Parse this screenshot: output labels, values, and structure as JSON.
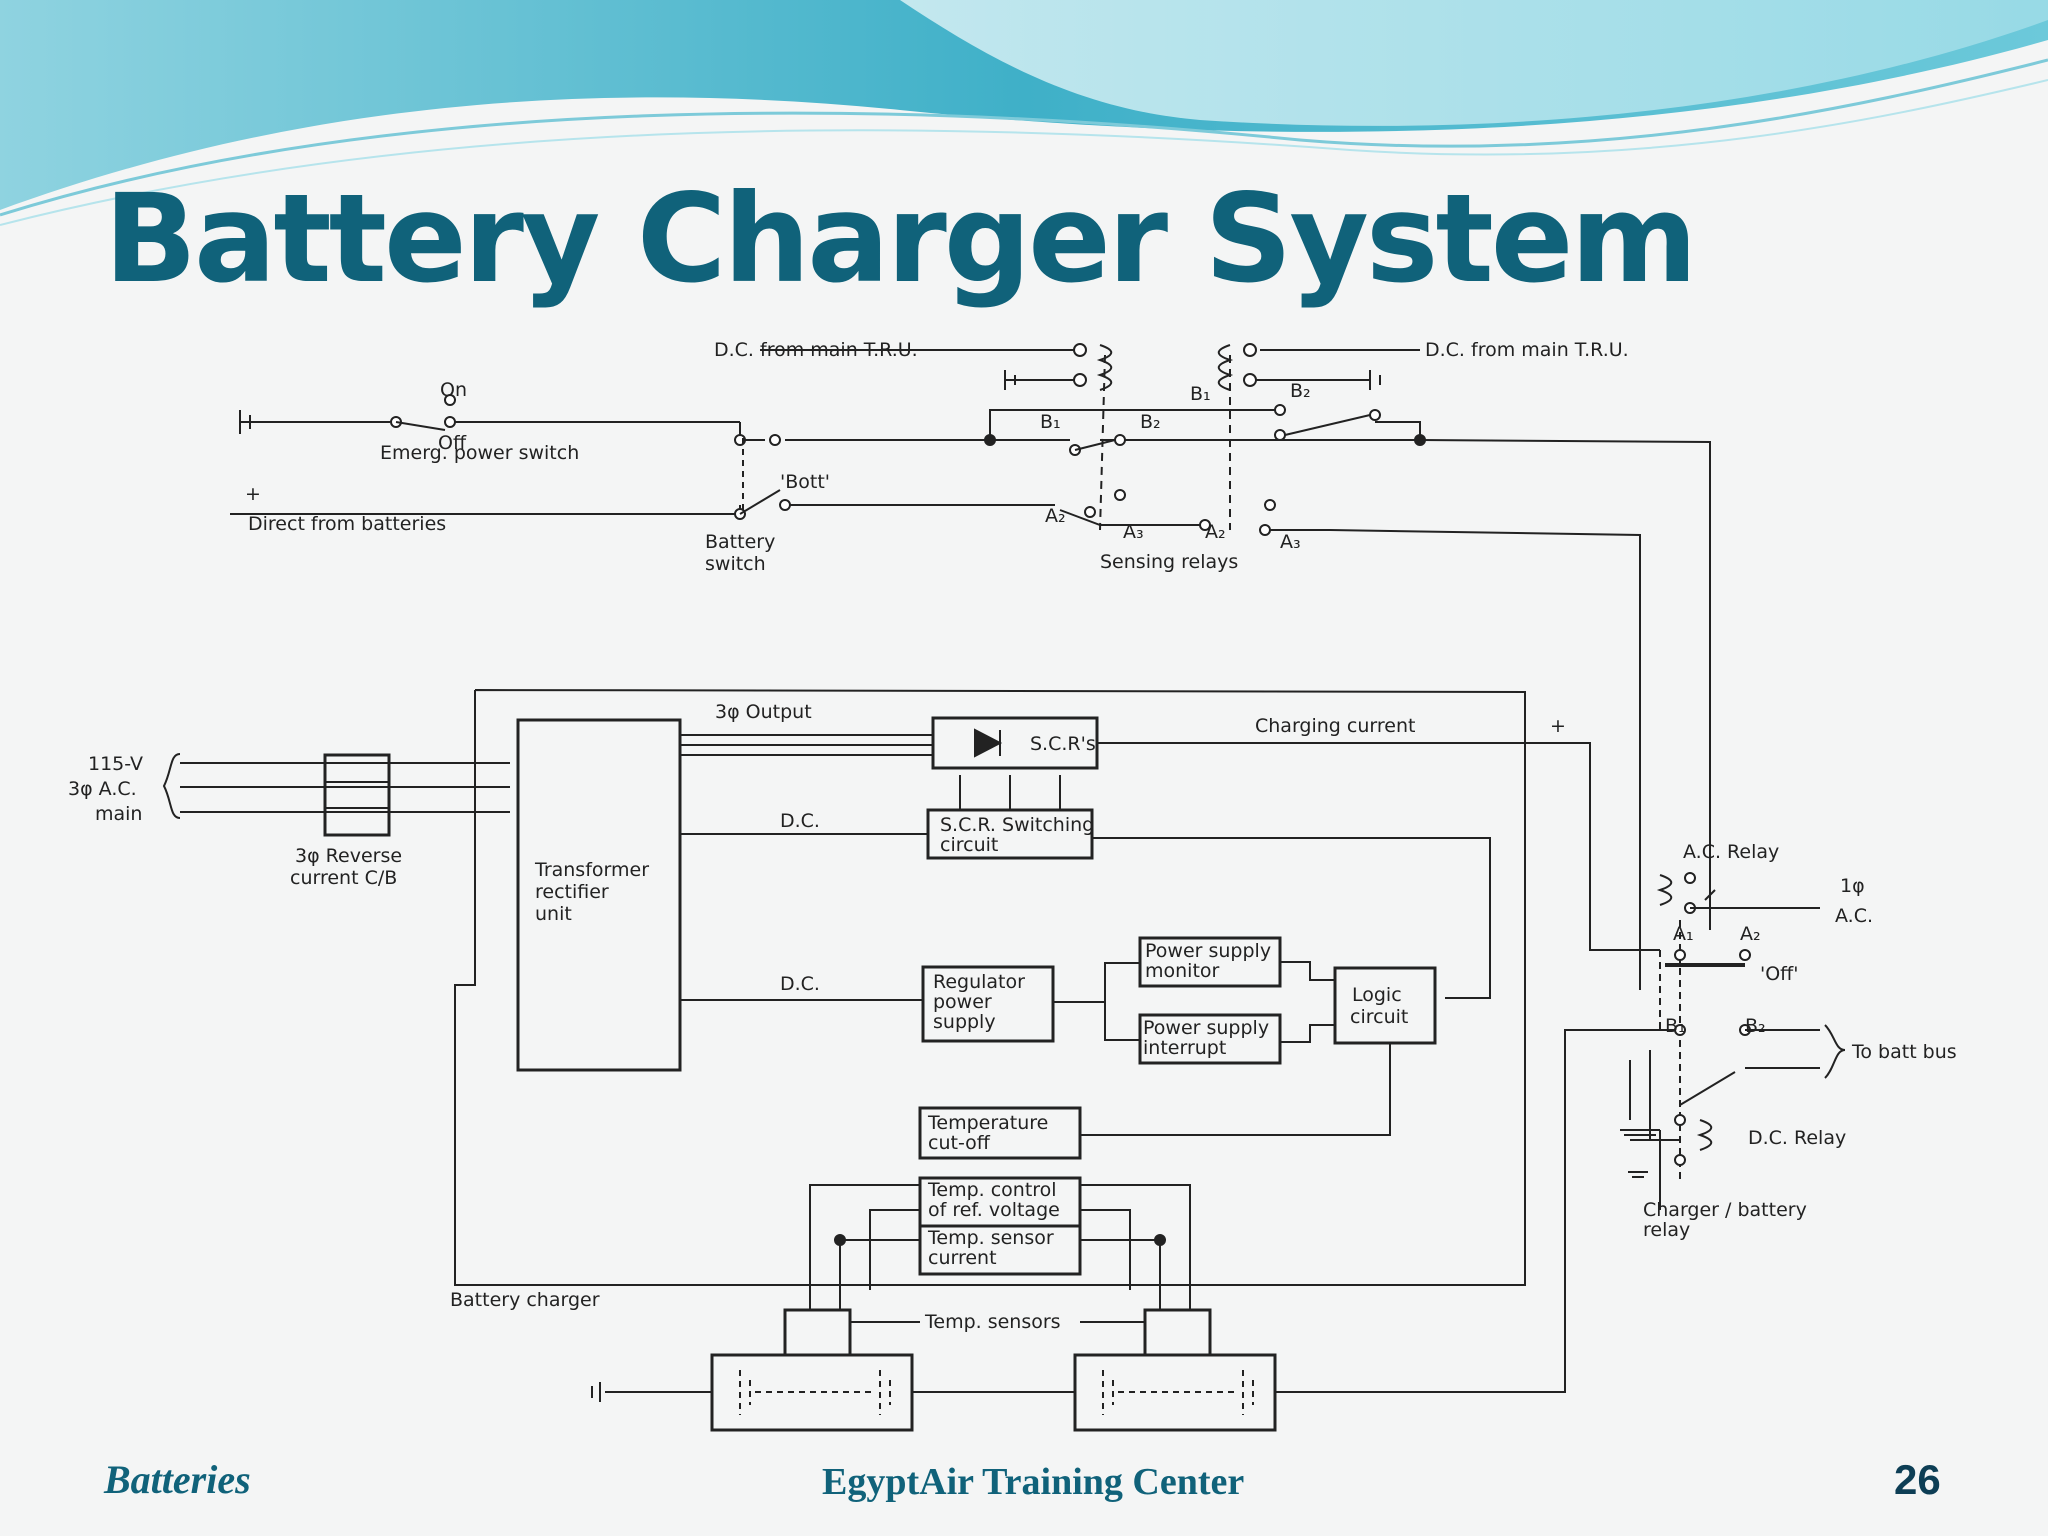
{
  "slide": {
    "title": "Battery Charger System",
    "footer_left": "Batteries",
    "footer_center": "EgyptAir Training Center",
    "page_number": "26",
    "colors": {
      "title": "#10627a",
      "wave_dark": "#2fa7bf",
      "wave_light": "#a9e1ea",
      "background": "#f4f5f5"
    }
  },
  "diagram": {
    "labels": {
      "dc_tru_left": "D.C. from main T.R.U.",
      "dc_tru_right": "D.C. from main T.R.U.",
      "on": "On",
      "off": "Off",
      "emerg_switch": "Emerg. power switch",
      "plus_batt": "+",
      "direct_batteries": "Direct from batteries",
      "bott": "'Bott'",
      "battery_switch_1": "Battery",
      "battery_switch_2": "switch",
      "b1_top": "B₁",
      "b1_mid": "B₁",
      "b2_mid": "B₂",
      "b2_top": "B₂",
      "a2_left": "A₂",
      "a3_left": "A₃",
      "a2_right": "A₂",
      "a3_right": "A₃",
      "sensing_relays": "Sensing relays",
      "ac_main_1": "115-V",
      "ac_main_2": "3φ A.C.",
      "ac_main_3": "main",
      "reverse_cb_1": "3φ Reverse",
      "reverse_cb_2": "current C/B",
      "tru_1": "Transformer",
      "tru_2": "rectifier",
      "tru_3": "unit",
      "output_3ph": "3φ Output",
      "scr": "S.C.R's",
      "charging_current": "Charging current",
      "plus_charge": "+",
      "dc_1": "D.C.",
      "dc_2": "D.C.",
      "scr_switch_1": "S.C.R. Switching",
      "scr_switch_2": "circuit",
      "reg_1": "Regulator",
      "reg_2": "power",
      "reg_3": "supply",
      "psm_1": "Power supply",
      "psm_2": "monitor",
      "psi_1": "Power supply",
      "psi_2": "interrupt",
      "logic_1": "Logic",
      "logic_2": "circuit",
      "tco_1": "Temperature",
      "tco_2": "cut-off",
      "tcr_1": "Temp. control",
      "tcr_2": "of ref. voltage",
      "tsc_1": "Temp. sensor",
      "tsc_2": "current",
      "battery_charger": "Battery charger",
      "temp_sensors": "Temp. sensors",
      "ac_relay": "A.C. Relay",
      "one_ph_1": "1φ",
      "one_ph_2": "A.C.",
      "a1_relay": "A₁",
      "a2_relay": "A₂",
      "off_relay": "'Off'",
      "b1_relay": "B₁",
      "b2_relay": "B₂",
      "to_batt_bus": "To batt bus",
      "dc_relay": "D.C. Relay",
      "cb_relay_1": "Charger / battery",
      "cb_relay_2": "relay"
    }
  }
}
